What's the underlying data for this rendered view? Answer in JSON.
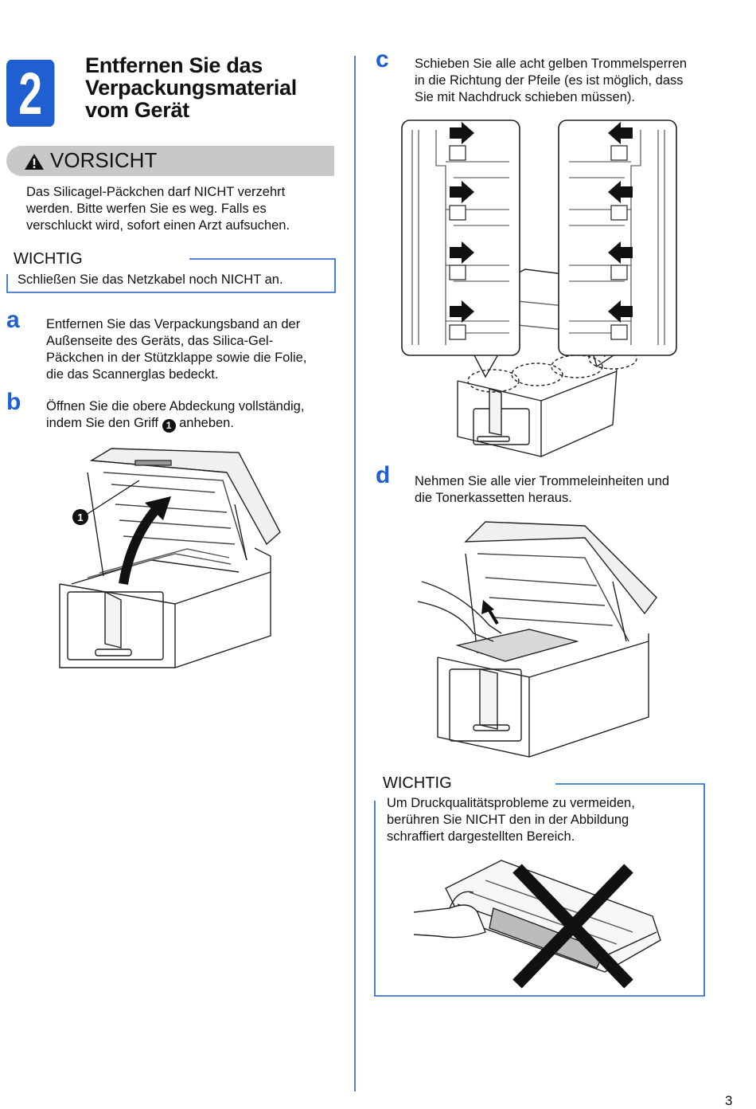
{
  "section": {
    "number": "2",
    "title_lines": [
      "Entfernen Sie das",
      "Verpackungsmaterial",
      "vom Gerät"
    ]
  },
  "caution": {
    "label": "VORSICHT",
    "lines": [
      "Das Silicagel-Päckchen darf NICHT verzehrt",
      "werden. Bitte werfen Sie es weg. Falls es",
      "verschluckt wird, sofort einen Arzt aufsuchen."
    ]
  },
  "important1": {
    "label": "WICHTIG",
    "text": "Schließen Sie das Netzkabel noch NICHT an."
  },
  "step_a": {
    "letter": "a",
    "lines": [
      "Entfernen Sie das Verpackungsband an der",
      "Außenseite des Geräts, das Silica-Gel-",
      "Päckchen in der Stützklappe sowie die Folie,",
      "die das Scannerglas bedeckt."
    ]
  },
  "step_b": {
    "letter": "b",
    "line1": "Öffnen Sie die obere Abdeckung vollständig,",
    "line2_before": "indem Sie den Griff",
    "callout": "1",
    "line2_after": "anheben."
  },
  "step_c": {
    "letter": "c",
    "lines": [
      "Schieben Sie alle acht gelben Trommelsperren",
      "in die Richtung der Pfeile (es ist möglich, dass",
      "Sie mit Nachdruck schieben müssen)."
    ]
  },
  "step_d": {
    "letter": "d",
    "lines": [
      "Nehmen Sie alle vier Trommeleinheiten und",
      "die Tonerkassetten heraus."
    ]
  },
  "important2": {
    "label": "WICHTIG",
    "lines": [
      "Um Druckqualitätsprobleme zu vermeiden,",
      "berühren Sie NICHT den in der Abbildung",
      "schraffiert dargestellten Bereich."
    ]
  },
  "figure_b": {
    "callout": "1"
  },
  "page_number": "3",
  "colors": {
    "accent": "#1f5fd0",
    "caution_bar": "#c8c8c8"
  }
}
